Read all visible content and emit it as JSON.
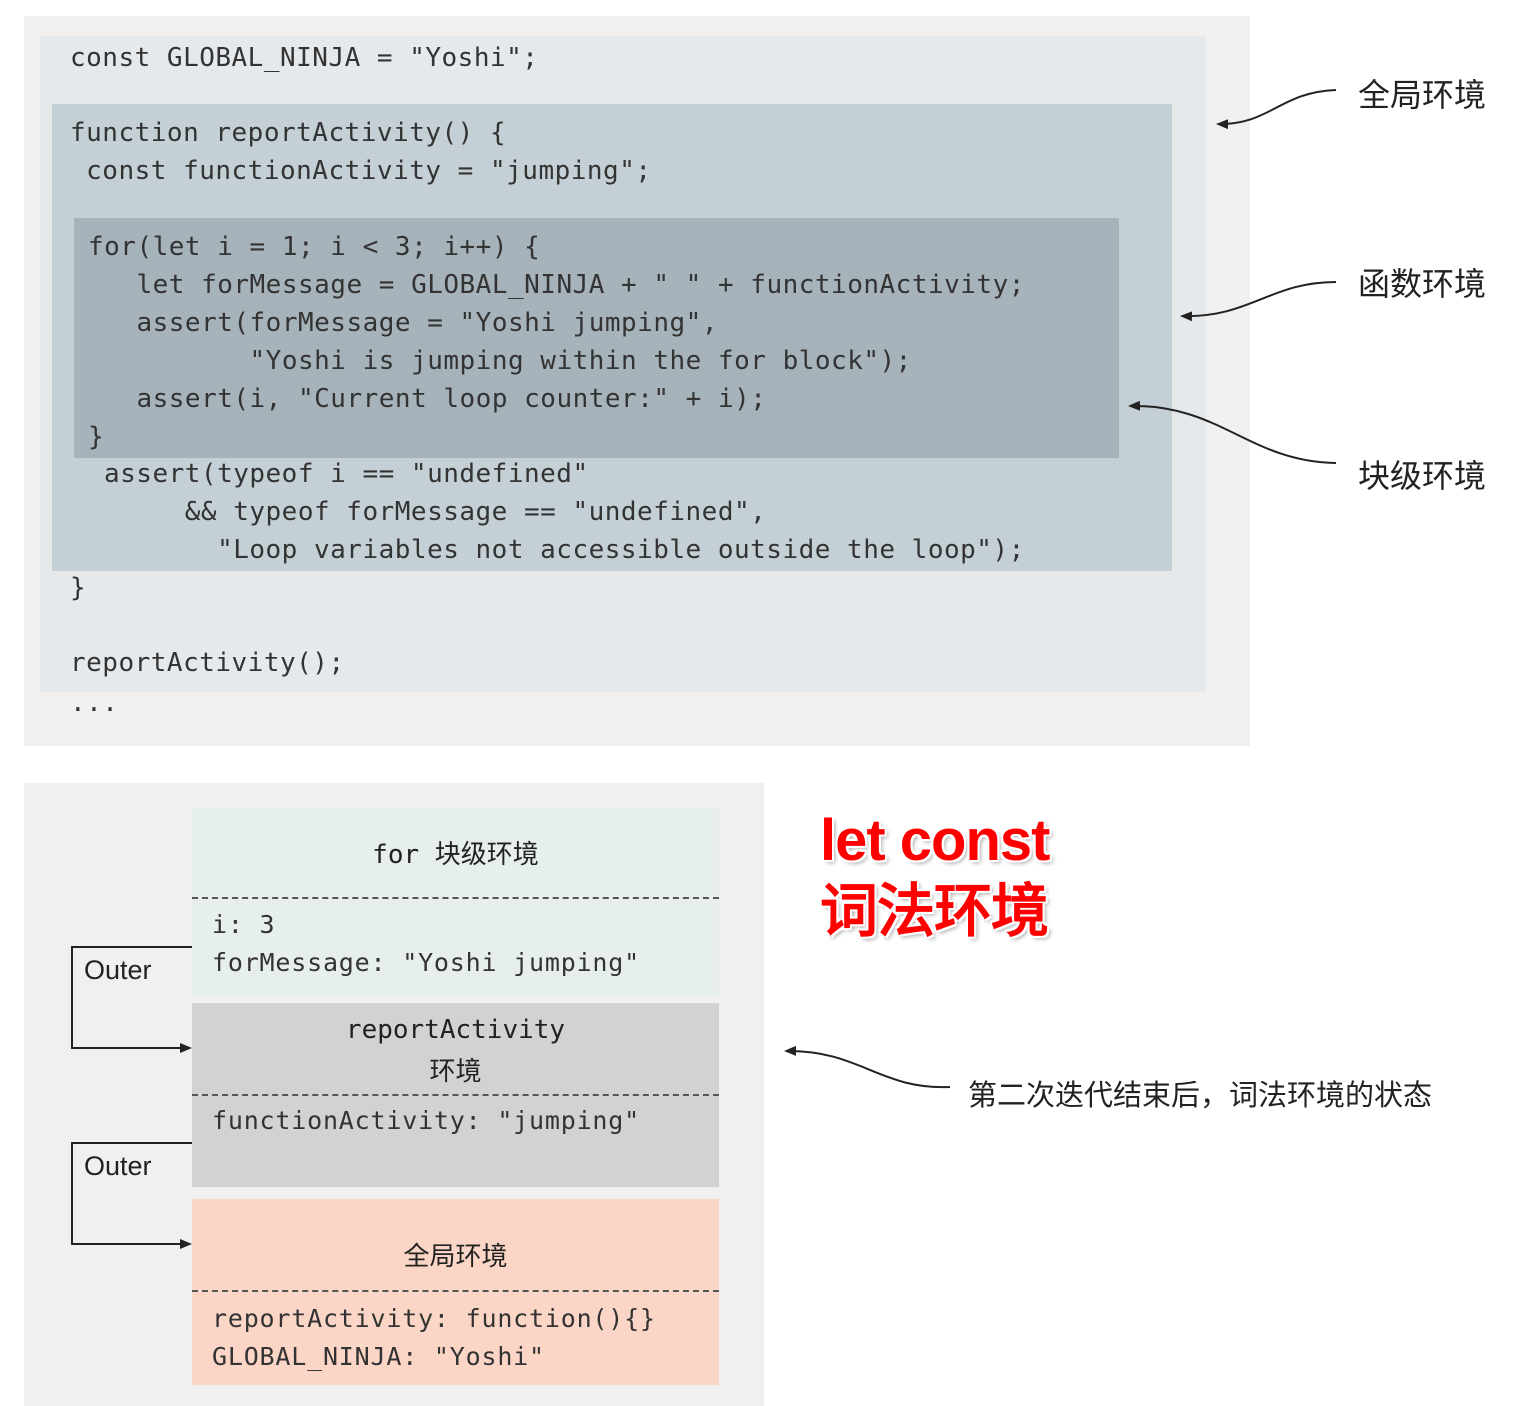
{
  "code": {
    "lines": [
      "const GLOBAL_NINJA = \"Yoshi\";",
      "function reportActivity() {",
      " const functionActivity = \"jumping\";",
      "for(let i = 1; i < 3; i++) {",
      "   let forMessage = GLOBAL_NINJA + \" \" + functionActivity;",
      "   assert(forMessage = \"Yoshi jumping\",",
      "          \"Yoshi is jumping within the for block\");",
      "   assert(i, \"Current loop counter:\" + i);",
      "}",
      "assert(typeof i == \"undefined\"",
      "     && typeof forMessage == \"undefined\",",
      "       \"Loop variables not accessible outside the loop\");",
      "}",
      "reportActivity();",
      "..."
    ]
  },
  "annotations": {
    "global_env": "全局环境",
    "function_env": "函数环境",
    "block_env": "块级环境",
    "state_note": "第二次迭代结束后，词法环境的状态"
  },
  "diagram": {
    "block_env": {
      "title_keyword": "for",
      "title_text": "块级环境",
      "entries": [
        "i: 3",
        "forMessage: \"Yoshi jumping\""
      ]
    },
    "function_env": {
      "title_line1": "reportActivity",
      "title_line2": "环境",
      "entries": [
        "functionActivity: \"jumping\""
      ]
    },
    "global_env": {
      "title": "全局环境",
      "entries": [
        "reportActivity: function(){}",
        "GLOBAL_NINJA: \"Yoshi\""
      ]
    },
    "outer_labels": [
      "Outer",
      "Outer"
    ]
  },
  "headline": {
    "line1": "let const",
    "line2": "词法环境"
  },
  "colors": {
    "panel_bg": "#f1f0ee",
    "global_scope": "#e5e9ec",
    "function_scope": "#c5d0d6",
    "block_scope": "#a7b3ba",
    "block_env_box": "#e7efea",
    "function_env_box": "#d2d2d4",
    "global_env_box": "#fbd6c6",
    "headline": "#ff0000"
  }
}
